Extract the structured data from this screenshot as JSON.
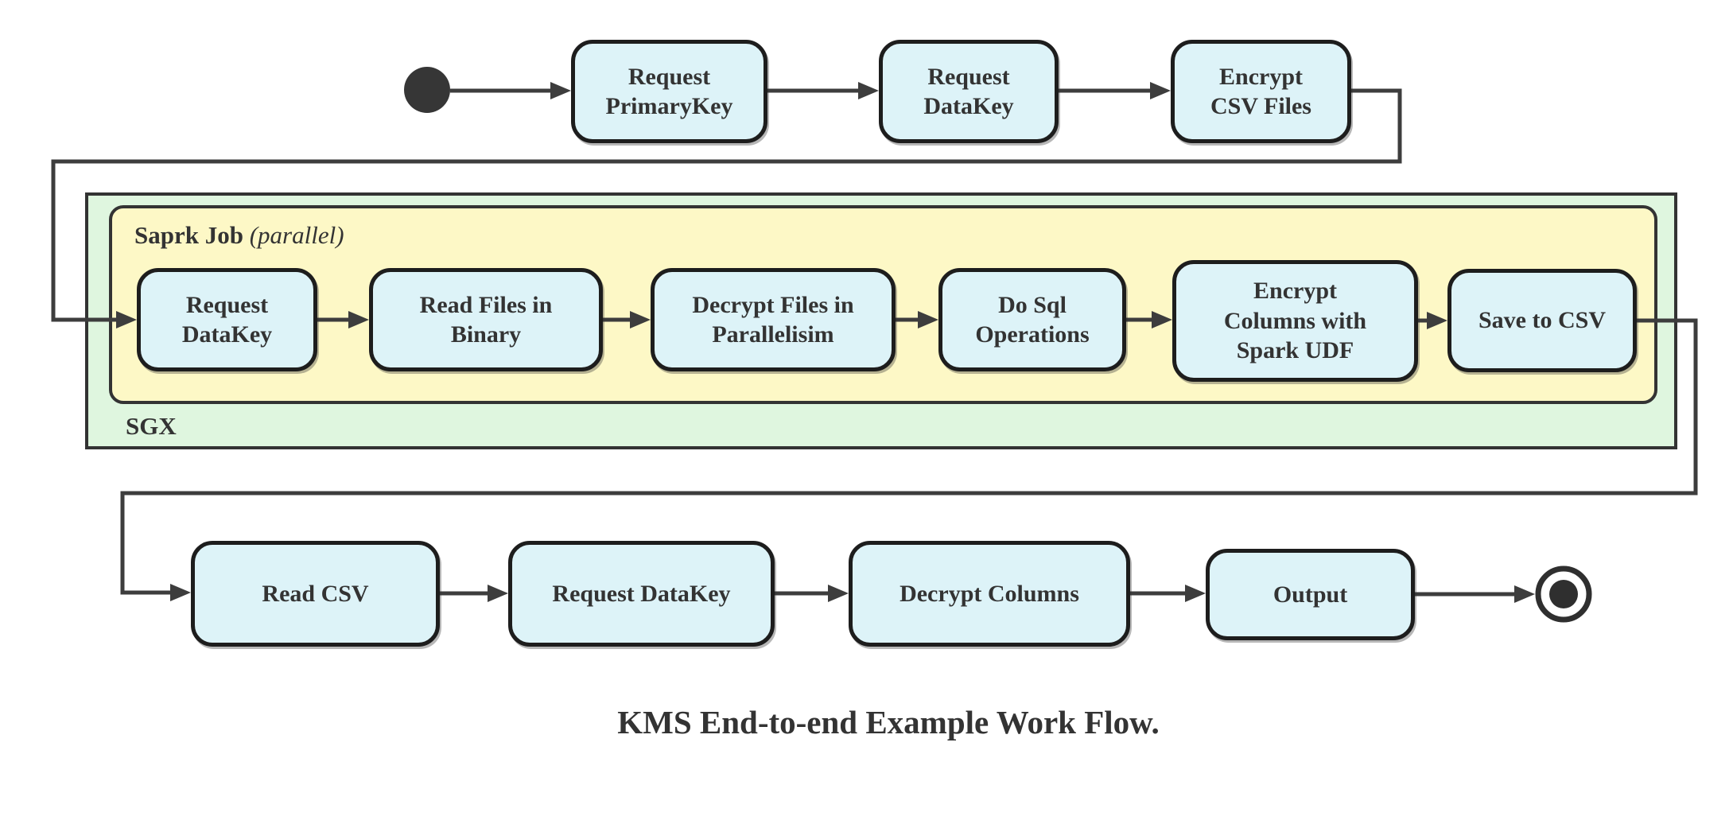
{
  "title": "KMS End-to-end Example Work Flow.",
  "containers": {
    "spark_job": {
      "label": "Saprk Job",
      "annotation": "(parallel)"
    },
    "sgx": {
      "label": "SGX"
    }
  },
  "nodes": {
    "request_primarykey": {
      "label": "Request\nPrimaryKey"
    },
    "request_datakey_top": {
      "label": "Request\nDataKey"
    },
    "encrypt_csv_files": {
      "label": "Encrypt\nCSV Files"
    },
    "request_datakey_mid": {
      "label": "Request\nDataKey"
    },
    "read_files_binary": {
      "label": "Read Files in\nBinary"
    },
    "decrypt_files_parallel": {
      "label": "Decrypt Files in\nParallelisim"
    },
    "do_sql_operations": {
      "label": "Do Sql\nOperations"
    },
    "encrypt_columns_udf": {
      "label": "Encrypt\nColumns with\nSpark UDF"
    },
    "save_to_csv": {
      "label": "Save to CSV"
    },
    "read_csv": {
      "label": "Read CSV"
    },
    "request_datakey_bottom": {
      "label": "Request DataKey"
    },
    "decrypt_columns": {
      "label": "Decrypt Columns"
    },
    "output": {
      "label": "Output"
    }
  },
  "markers": {
    "start": "start-state-filled-circle",
    "end": "end-state-bullseye"
  },
  "colors": {
    "node_fill": "#ddf3f8",
    "node_border": "#1d1d1d",
    "sgx_fill": "#dff6df",
    "spark_fill": "#fdf8c6",
    "container_border": "#333333",
    "edge": "#3d3d3d",
    "text": "#333333",
    "background": "#ffffff"
  }
}
